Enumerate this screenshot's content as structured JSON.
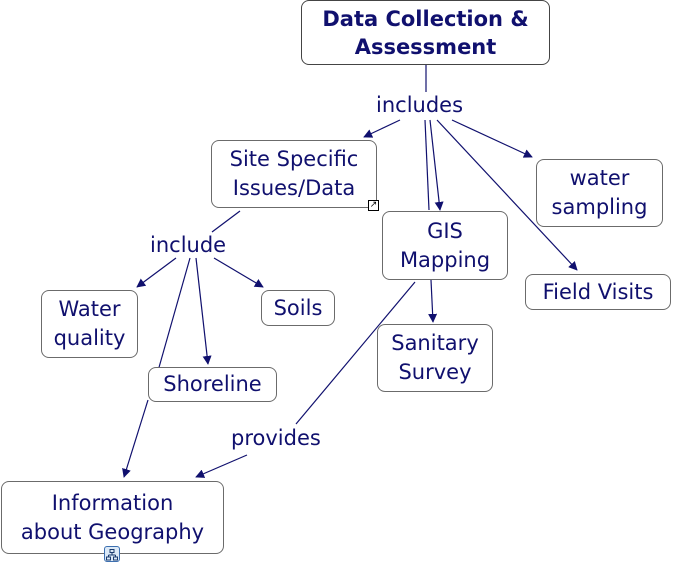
{
  "concepts": {
    "root": "Data Collection &\nAssessment",
    "site": "Site Specific\nIssues/Data",
    "gis": "GIS\nMapping",
    "water_sampling": "water\nsampling",
    "field_visits": "Field Visits",
    "water_quality": "Water\nquality",
    "soils": "Soils",
    "shoreline": "Shoreline",
    "sanitary": "Sanitary\nSurvey",
    "geography": "Information\nabout Geography"
  },
  "linking_phrases": {
    "includes": "includes",
    "include": "include",
    "provides": "provides"
  },
  "icons": {
    "site_link": "external-link-icon",
    "geography_submap": "concept-map-icon"
  },
  "colors": {
    "text": "#10106e",
    "line": "#10106e",
    "border": "#6b6b6b"
  }
}
